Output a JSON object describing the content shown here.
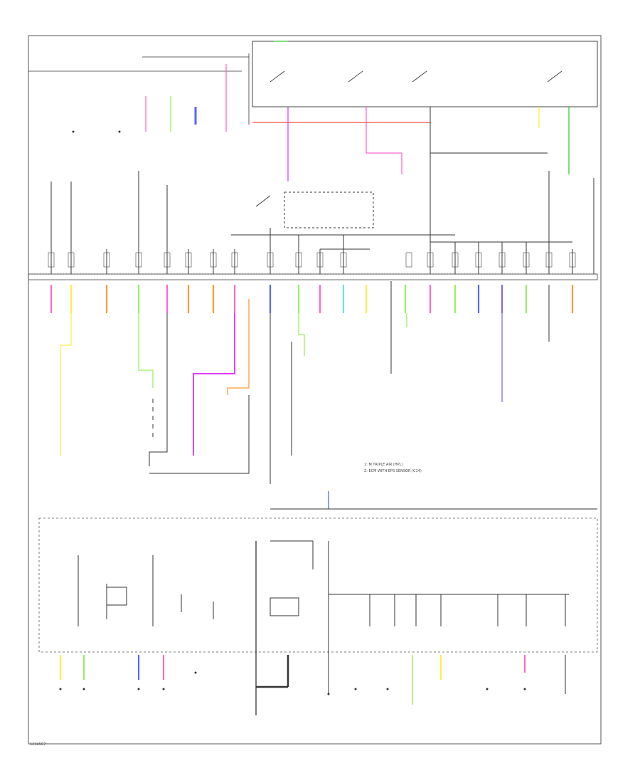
{
  "footer": {
    "code": "1234567"
  },
  "legend": {
    "items": [
      "1: M TRIPLE AIR (HPL)",
      "2: ECM WITH EPS SENSOR (C14)"
    ]
  },
  "colors": {
    "wire_pink": "#ff66cc",
    "wire_red": "#ff4d4d",
    "wire_magenta": "#e040ff",
    "wire_green": "#33cc33",
    "wire_lightgreen": "#99ee66",
    "wire_yellow": "#ffee44",
    "wire_orange": "#ff9933",
    "wire_blue": "#5566ff",
    "wire_violet": "#8866ff",
    "wire_cyan": "#66ddee",
    "line": "#333333"
  }
}
